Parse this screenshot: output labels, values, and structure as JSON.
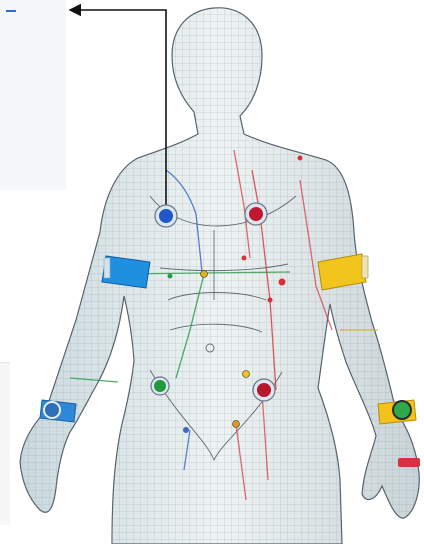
{
  "image": {
    "subject": "wireframe-human-figure",
    "sensors": [
      {
        "id": "chest-left",
        "color": "#2157c8"
      },
      {
        "id": "chest-right",
        "color": "#c01830"
      },
      {
        "id": "lower-left",
        "color": "#1e9a3a"
      },
      {
        "id": "lower-right",
        "color": "#b8182c"
      },
      {
        "id": "wrist-right",
        "color": "#2ea94a"
      }
    ],
    "bands": [
      {
        "id": "armband-left",
        "color": "#1f8fe0"
      },
      {
        "id": "armband-right",
        "color": "#f1c51c"
      },
      {
        "id": "wristband-left",
        "color": "#2e88d8"
      },
      {
        "id": "wristband-right",
        "color": "#f4c21a"
      }
    ],
    "line_colors": {
      "blue": "#3d66c8",
      "red": "#d8303a",
      "green": "#2a9a4a",
      "yellow": "#e0b21c",
      "mesh": "#6c7a86"
    }
  }
}
